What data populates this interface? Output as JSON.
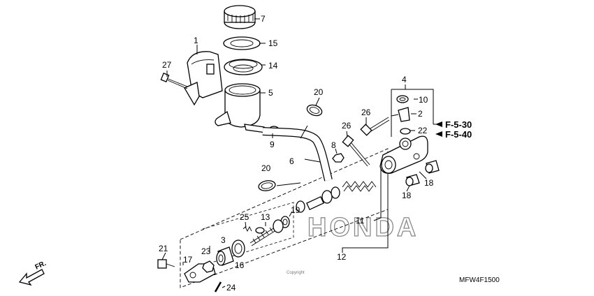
{
  "callouts": {
    "p1": "1",
    "p2": "2",
    "p3": "3",
    "p4": "4",
    "p5": "5",
    "p6": "6",
    "p7": "7",
    "p8": "8",
    "p9": "9",
    "p10": "10",
    "p11": "11",
    "p12": "12",
    "p14": "14",
    "p15": "15",
    "p16": "16",
    "p17": "17",
    "p18a": "18",
    "p18b": "18",
    "p19": "19",
    "p20a": "20",
    "p20b": "20",
    "p21": "21",
    "p22": "22",
    "p23": "23",
    "p24": "24",
    "p25": "25",
    "p26a": "26",
    "p26b": "26",
    "p27": "27"
  },
  "references": {
    "ref1": "F-5-30",
    "ref2": "F-5-40"
  },
  "direction_label": "FR.",
  "diagram_code": "MFW4F1500",
  "watermark": "HONDA",
  "copyright": "Copyright",
  "colors": {
    "line": "#000000",
    "watermark": "#8a8a8a",
    "background": "#ffffff"
  }
}
